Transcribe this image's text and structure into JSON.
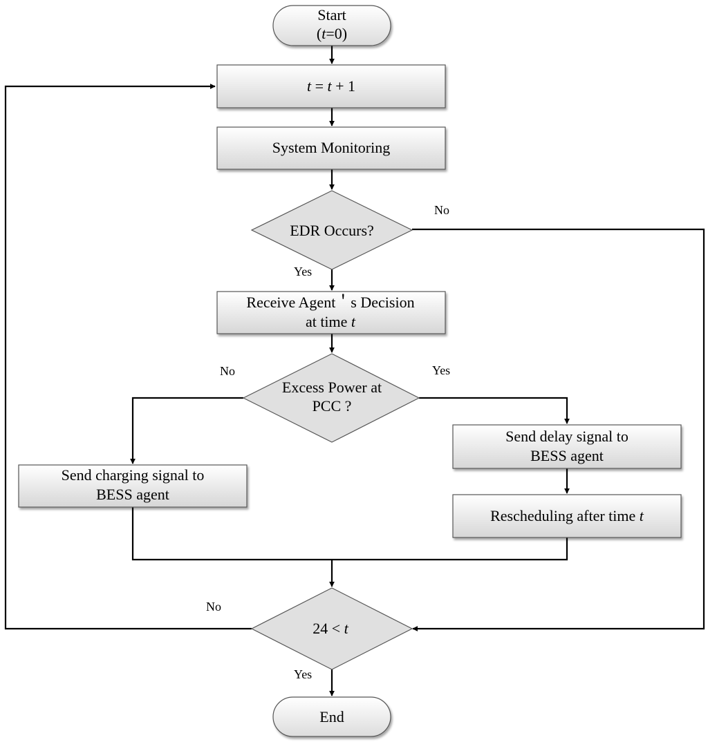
{
  "nodes": {
    "start": {
      "line1": "Start",
      "line2_open": "(",
      "line2_var": "t",
      "line2_close": "=0)"
    },
    "increment": {
      "var1": "t",
      "eq": " = ",
      "var2": "t",
      "rest": " + 1"
    },
    "monitoring": {
      "label": "System Monitoring"
    },
    "edr_decision": {
      "label": "EDR Occurs?"
    },
    "receive_decision": {
      "line1": "Receive Agent＇s Decision",
      "line2_text": "at time ",
      "line2_var": "t"
    },
    "excess_power": {
      "line1": "Excess Power at",
      "line2": "PCC ?"
    },
    "delay_signal": {
      "line1": "Send delay signal to",
      "line2": "BESS agent"
    },
    "rescheduling": {
      "text": "Rescheduling after time ",
      "var": "t"
    },
    "charging_signal": {
      "line1": "Send charging signal to",
      "line2": "BESS agent"
    },
    "time_check": {
      "num": "24",
      "op": " < ",
      "var": "t"
    },
    "end": {
      "label": "End"
    }
  },
  "edge_labels": {
    "edr_no": "No",
    "edr_yes": "Yes",
    "excess_no": "No",
    "excess_yes": "Yes",
    "time_no": "No",
    "time_yes": "Yes"
  },
  "colors": {
    "box_gradient_top": "#ffffff",
    "box_gradient_bottom": "#d9d9d9",
    "decision_fill": "#e0e0e0",
    "line": "#000000"
  }
}
